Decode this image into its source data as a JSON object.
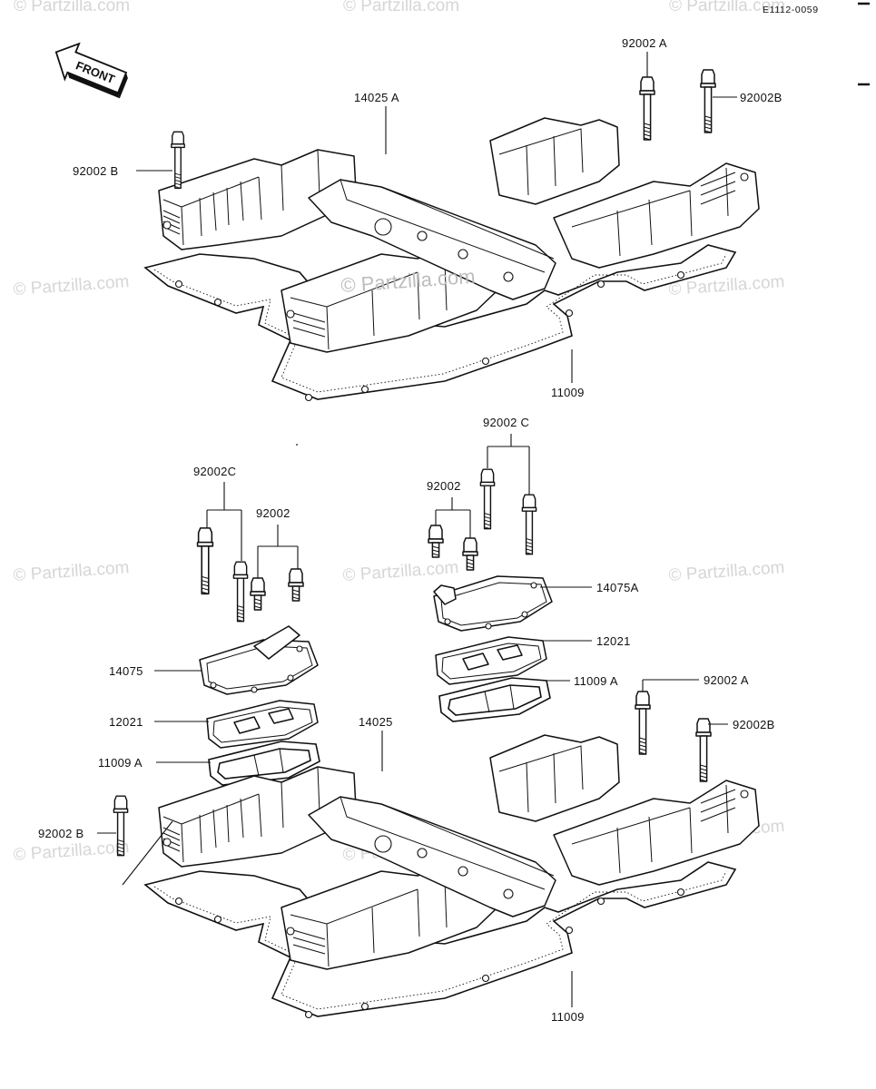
{
  "diagram_code": "E1112-0059",
  "front_label": "FRONT",
  "watermark": "Partzilla.com",
  "watermark_center": "© Partzilla.com",
  "labels": {
    "p14025A": "14025 A",
    "p92002A_top": "92002 A",
    "p92002B_top_right": "92002B",
    "p92002B_top_left": "92002 B",
    "p11009_top": "11009",
    "p92002C_right": "92002 C",
    "p92002_right": "92002",
    "p14075A": "14075A",
    "p12021_right": "12021",
    "p11009A_right": "11009 A",
    "p92002C_left": "92002C",
    "p92002_left": "92002",
    "p14075": "14075",
    "p12021_left": "12021",
    "p11009A_left": "11009 A",
    "p14025": "14025",
    "p92002A_bottom": "92002 A",
    "p92002B_bottom_right": "92002B",
    "p92002B_bottom_left": "92002 B",
    "p11009_bottom": "11009"
  }
}
